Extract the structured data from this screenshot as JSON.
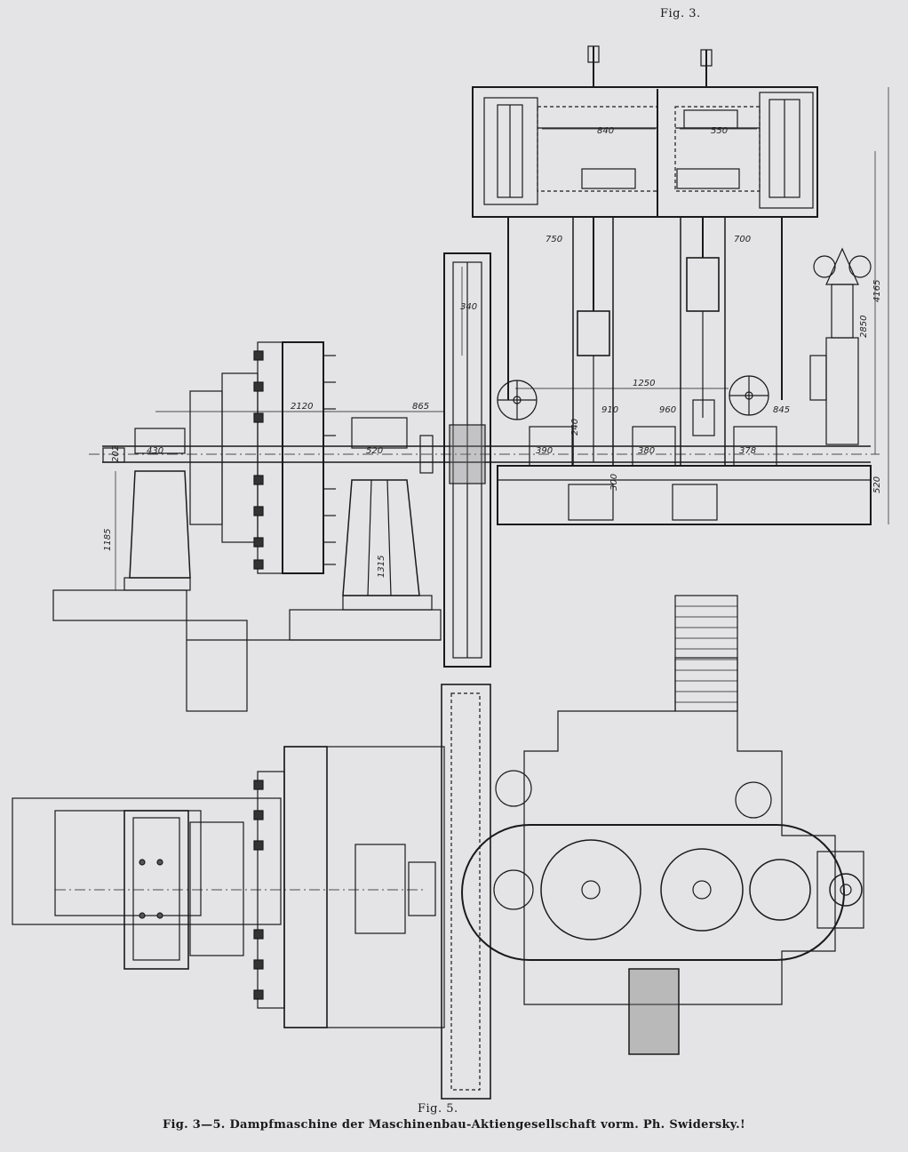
{
  "labels": {
    "fig_top": "Fig. 3.",
    "fig_bottom": "Fig. 5.",
    "caption": "Fig. 3—5.  Dampfmaschine der Maschinenbau-Aktiengesellschaft  vorm.  Ph. Swidersky.!"
  },
  "dimensions": {
    "d840": "840",
    "d550": "550",
    "d750": "750",
    "d700": "700",
    "d4165": "4165",
    "d2850": "2850",
    "d520b": "520",
    "d340": "340",
    "d2120": "2120",
    "d865": "865",
    "d1250": "1250",
    "d910": "910",
    "d960": "960",
    "d845": "845",
    "d430": "430",
    "d202": "202",
    "d520": "520",
    "d1185": "1185",
    "d1315": "1315",
    "d390": "390",
    "d380": "380",
    "d378": "378",
    "d300": "300",
    "d240": "240"
  },
  "colors": {
    "paper": "#e4e4e6",
    "ink": "#1a1a1a"
  }
}
